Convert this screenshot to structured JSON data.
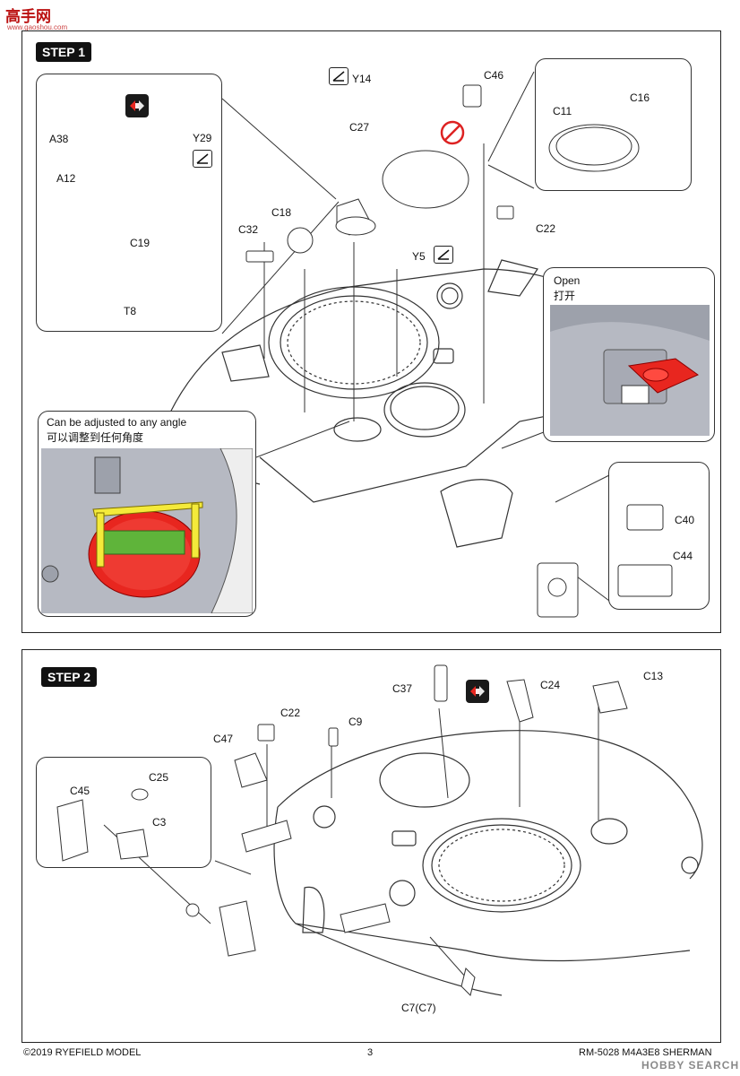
{
  "header_logo": {
    "text": "高手网",
    "url": "www.gaoshou.com"
  },
  "steps": [
    {
      "label": "STEP 1"
    },
    {
      "label": "STEP 2"
    }
  ],
  "step1": {
    "parts": {
      "A38": "A38",
      "Y29": "Y29",
      "A12": "A12",
      "C19": "C19",
      "T8": "T8",
      "Y14": "Y14",
      "C27": "C27",
      "C46": "C46",
      "C11": "C11",
      "C16": "C16",
      "C18": "C18",
      "C32": "C32",
      "C22": "C22",
      "Y5": "Y5",
      "C40": "C40",
      "C44": "C44"
    },
    "open_note_en": "Open",
    "open_note_cn": "打开",
    "adjust_note_en": "Can be adjusted to any angle",
    "adjust_note_cn": "可以调整到任何角度"
  },
  "step2": {
    "parts": {
      "C37": "C37",
      "C24": "C24",
      "C13": "C13",
      "C22": "C22",
      "C9": "C9",
      "C47": "C47",
      "C25": "C25",
      "C45": "C45",
      "C3": "C3",
      "C7": "C7(C7)"
    }
  },
  "footer": {
    "copyright": "©2019 RYEFIELD MODEL",
    "page": "3",
    "product": "RM-5028 M4A3E8 SHERMAN",
    "watermark": "HOBBY SEARCH"
  },
  "colors": {
    "highlight_red": "#e8261f",
    "highlight_yellow": "#f4ea3a",
    "highlight_green": "#5fb43a",
    "gray_bg": "#b6b9c2"
  }
}
